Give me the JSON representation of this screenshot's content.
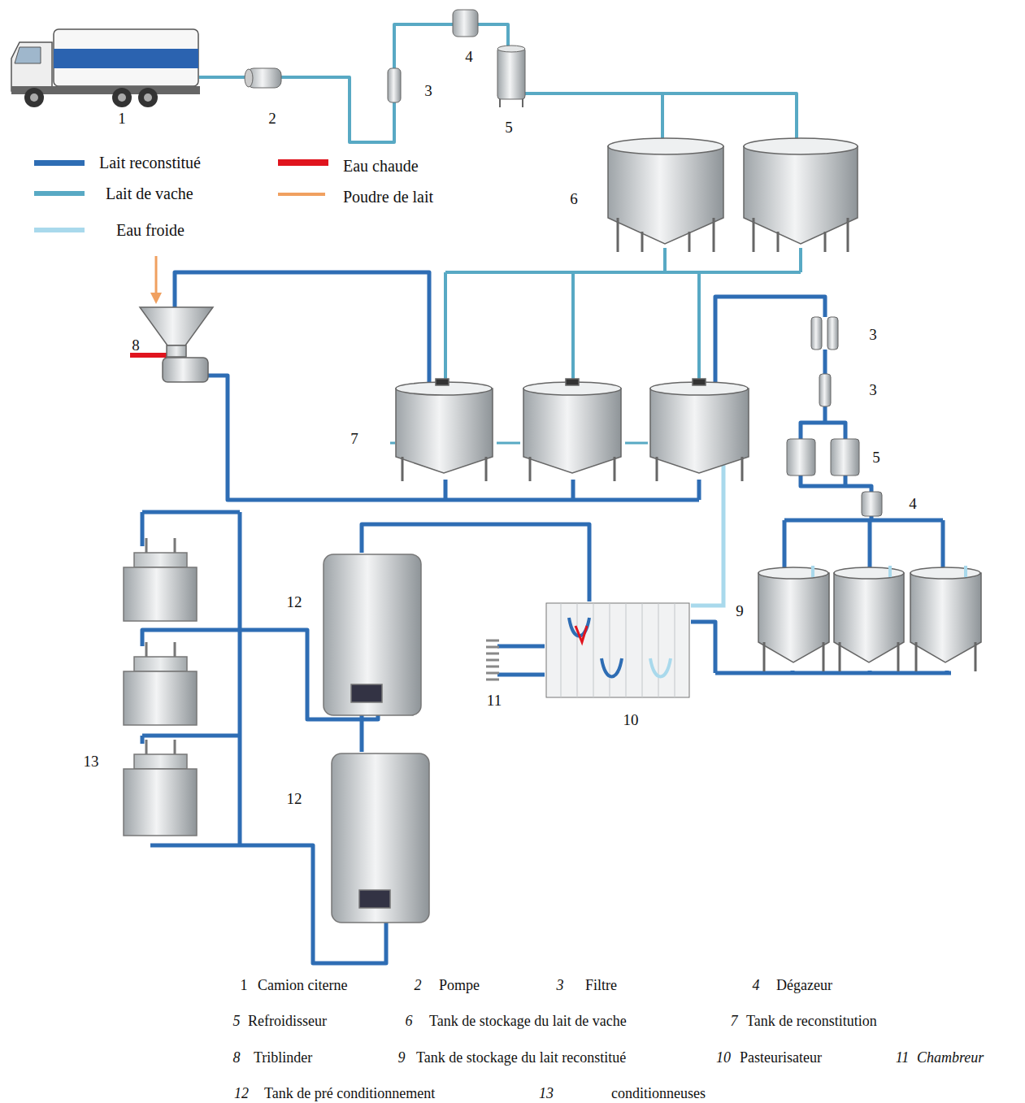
{
  "diagram": {
    "labels": [
      "1",
      "2",
      "3",
      "4",
      "5",
      "6",
      "8",
      "7",
      "3",
      "3",
      "5",
      "4",
      "9",
      "12",
      "11",
      "10",
      "13",
      "12",
      "1",
      "Camion citerne",
      "2",
      "Pompe",
      "3",
      "Filtre",
      "4",
      "Dégazeur",
      "5",
      "Refroidisseur",
      "6",
      "Tank de stockage du lait de vache",
      "7",
      "Tank de reconstitution",
      "8",
      "Triblinder",
      "9",
      "Tank de stockage du lait reconstitué",
      "10",
      "Pasteurisateur",
      "11",
      "Chambreur",
      "12",
      "Tank de pré conditionnement",
      "13",
      "conditionneuses"
    ],
    "legend": [
      {
        "text": "Lait reconstitué",
        "color": "#2e6db4"
      },
      {
        "text": "Lait de vache",
        "color": "#58a9c4"
      },
      {
        "text": "Eau froide",
        "color": "#a9d9ec"
      },
      {
        "text": "Eau chaude",
        "color": "#e0141e"
      },
      {
        "text": "Poudre de lait",
        "color": "#f0a060"
      }
    ]
  }
}
